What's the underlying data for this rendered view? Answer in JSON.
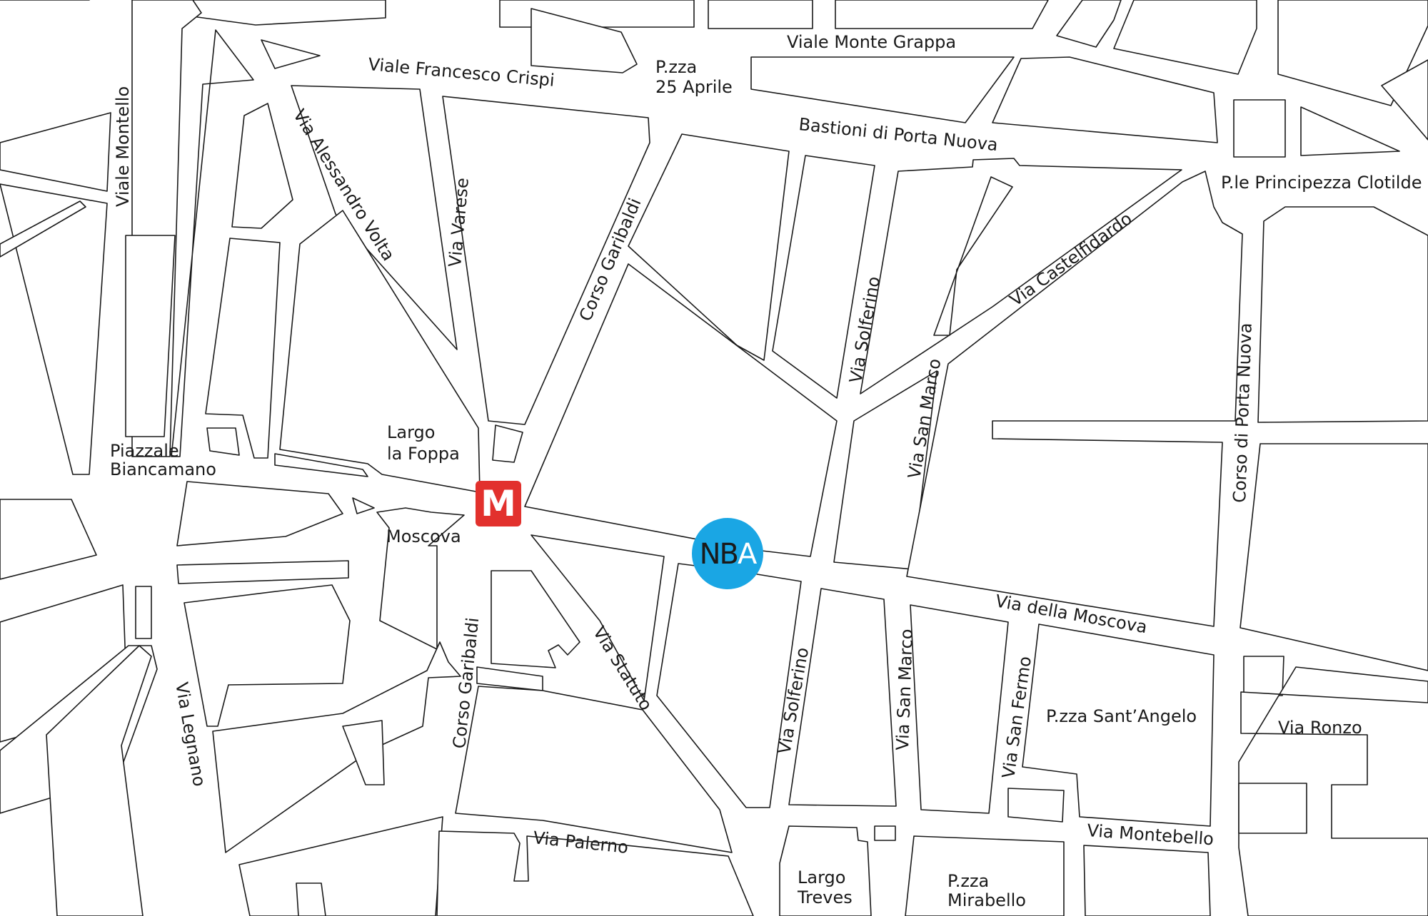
{
  "streets": {
    "viale_montello": "Viale Montello",
    "viale_francesco_crispi": "Viale Francesco Crispi",
    "pzza_25_aprile_line1": "P.zza",
    "pzza_25_aprile_line2": "25 Aprile",
    "viale_monte_grappa": "Viale Monte Grappa",
    "bastioni_porta_nuova": "Bastioni di Porta Nuova",
    "ple_principezza_clotilde": "P.le Principezza Clotilde",
    "via_alessandro_volta": "Via Alessandro Volta",
    "via_varese": "Via Varese",
    "corso_garibaldi_north": "Corso Garibaldi",
    "via_solferino_north": "Via Solferino",
    "via_castelfidardo": "Via Castelfidardo",
    "via_san_marco_north": "Via San Marco",
    "corso_di_porta_nuova": "Corso di Porta Nuova",
    "piazzale_biancamano_line1": "Piazzale",
    "piazzale_biancamano_line2": "Biancamano",
    "largo_la_foppa_line1": "Largo",
    "largo_la_foppa_line2": "la Foppa",
    "moscova": "Moscova",
    "via_della_moscova": "Via della Moscova",
    "via_legnano": "Via Legnano",
    "corso_garibaldi_south": "Corso Garibaldi",
    "via_statuto": "Via Statuto",
    "via_solferino_south": "Via Solferino",
    "via_san_marco_south": "Via San Marco",
    "via_san_fermo": "Via San Fermo",
    "pzza_santangelo": "P.zza Sant’Angelo",
    "via_ronzo": "Via Ronzo",
    "via_montebello": "Via Montebello",
    "via_palerno": "Via Palerno",
    "largo_treves_line1": "Largo",
    "largo_treves_line2": "Treves",
    "pzza_mirabello_line1": "P.zza",
    "pzza_mirabello_line2": "Mirabello"
  },
  "markers": {
    "metro": {
      "letter": "M",
      "color": "#e2312d"
    },
    "nba": {
      "part1": "NB",
      "part2": "A",
      "circle_color": "#1aa6e4",
      "text_dark": "#1a1a1a",
      "text_light": "#ffffff"
    }
  }
}
